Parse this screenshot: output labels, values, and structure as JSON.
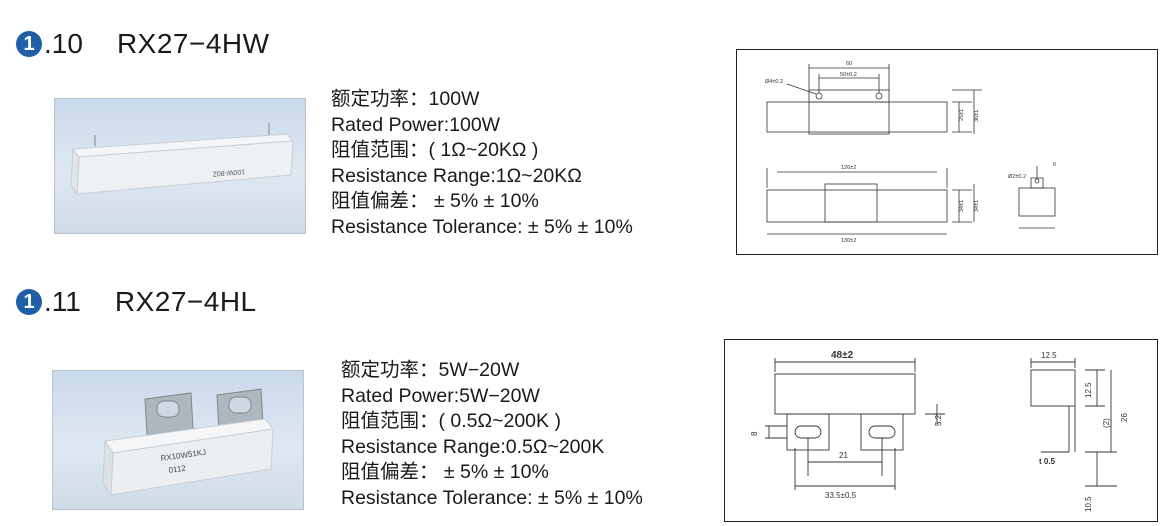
{
  "sections": [
    {
      "bullet": "1",
      "number": ".10",
      "model": "RX27−4HW",
      "specs": [
        "额定功率：100W",
        "Rated Power:100W",
        "阻值范围：( 1Ω~20KΩ  )",
        "Resistance Range:1Ω~20KΩ",
        "阻值偏差： ± 5% ± 10%",
        "Resistance Tolerance: ± 5% ± 10%"
      ],
      "photo_marking": "100W-80Z",
      "drawing_dims": {
        "d1": "60",
        "d2": "50±0.2",
        "d3": "Ø4±0.2",
        "d4": "25±1",
        "d5": "36±1",
        "d6": "126±2",
        "d7": "130±2",
        "d8": "34±1",
        "d9": "34±1",
        "d10": "Ø2±0.2",
        "d11": "6"
      }
    },
    {
      "bullet": "1",
      "number": ".11",
      "model": "RX27−4HL",
      "specs": [
        "额定功率：5W−20W",
        "Rated Power:5W−20W",
        "阻值范围：( 0.5Ω~200K )",
        "Resistance Range:0.5Ω~200K",
        "阻值偏差： ± 5% ± 10%",
        "Resistance Tolerance: ± 5% ± 10%"
      ],
      "photo_marking": "RX10W51KJ",
      "photo_marking2": "0112",
      "drawing_dims": {
        "d1": "48±2",
        "d2": "5.2",
        "d3": "8",
        "d4": "21",
        "d5": "33.5±0.5",
        "d6": "12.5",
        "d7": "12.5",
        "d8": "(2)",
        "d9": "26",
        "d10": "t 0.5",
        "d11": "10.5"
      }
    }
  ]
}
